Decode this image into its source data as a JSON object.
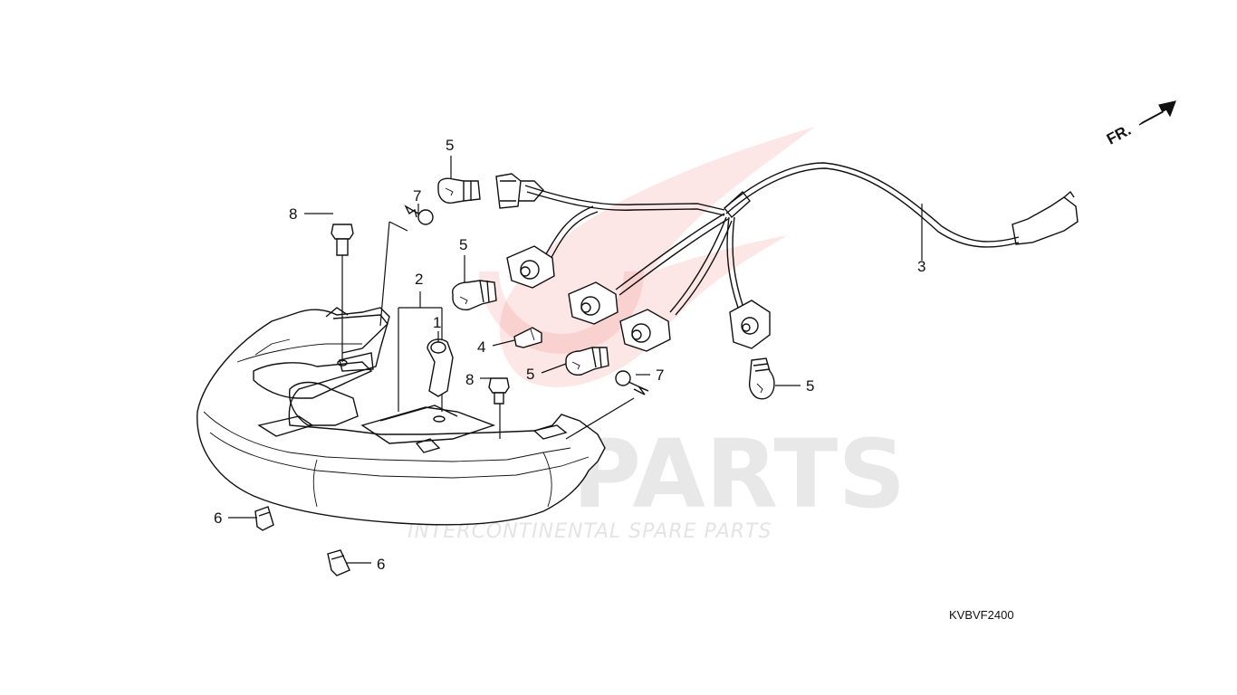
{
  "diagram_code": "KVBVF2400",
  "front_indicator": "FR.",
  "watermark": {
    "main_text": "ICSPARTS",
    "sub_text": "INTERCONTINENTAL SPARE PARTS",
    "accent_color": "#e53935"
  },
  "callouts": [
    {
      "id": "c5a",
      "label": "5"
    },
    {
      "id": "c7a",
      "label": "7"
    },
    {
      "id": "c8a",
      "label": "8"
    },
    {
      "id": "c5b",
      "label": "5"
    },
    {
      "id": "c2",
      "label": "2"
    },
    {
      "id": "c1",
      "label": "1"
    },
    {
      "id": "c4",
      "label": "4"
    },
    {
      "id": "c8b",
      "label": "8"
    },
    {
      "id": "c5c",
      "label": "5"
    },
    {
      "id": "c7b",
      "label": "7"
    },
    {
      "id": "c5d",
      "label": "5"
    },
    {
      "id": "c3",
      "label": "3"
    },
    {
      "id": "c6a",
      "label": "6"
    },
    {
      "id": "c6b",
      "label": "6"
    }
  ]
}
